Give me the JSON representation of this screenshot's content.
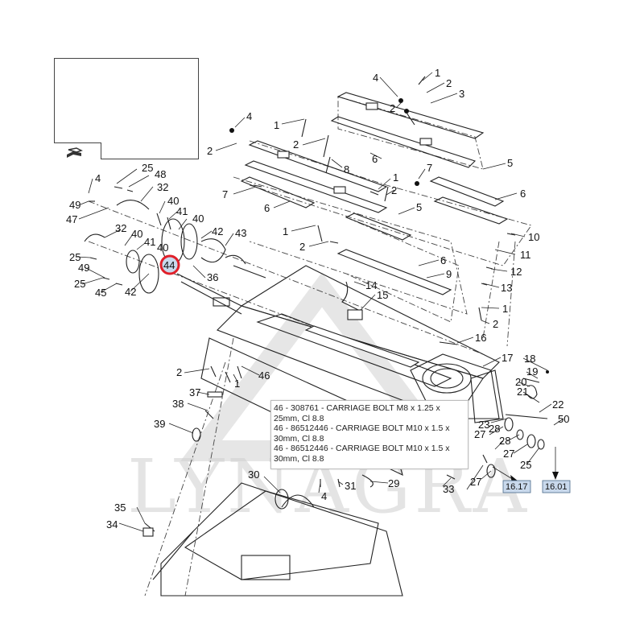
{
  "diagram": {
    "watermark": "LYNAGRA",
    "highlighted_callout": "44",
    "highlight_color": "#e0202a",
    "reference_color": "#c9d9ec",
    "callouts": [
      "1",
      "1",
      "1",
      "1",
      "1",
      "1",
      "1",
      "2",
      "2",
      "2",
      "2",
      "2",
      "2",
      "2",
      "2",
      "3",
      "4",
      "4",
      "4",
      "4",
      "5",
      "5",
      "6",
      "6",
      "6",
      "6",
      "7",
      "7",
      "8",
      "9",
      "10",
      "11",
      "12",
      "13",
      "14",
      "15",
      "16",
      "17",
      "18",
      "19",
      "20",
      "21",
      "22",
      "23",
      "25",
      "25",
      "25",
      "25",
      "27",
      "27",
      "27",
      "28",
      "28",
      "29",
      "30",
      "31",
      "32",
      "32",
      "33",
      "34",
      "35",
      "36",
      "37",
      "38",
      "39",
      "40",
      "40",
      "40",
      "40",
      "41",
      "41",
      "42",
      "42",
      "43",
      "44",
      "45",
      "46",
      "47",
      "48",
      "49",
      "49",
      "50"
    ],
    "references": [
      "16.17",
      "16.01"
    ]
  },
  "tooltip": {
    "lines": [
      "46 - 308761 - CARRIAGE BOLT M8 x 1.25 x 25mm, Cl 8.8",
      "46 - 86512446 - CARRIAGE BOLT M10 x 1.5 x 30mm, Cl 8.8",
      "46 - 86512446 - CARRIAGE BOLT M10 x 1.5 x 30mm, Cl 8.8"
    ]
  },
  "nav_panel": {
    "icon": "book-arrow-icon"
  }
}
